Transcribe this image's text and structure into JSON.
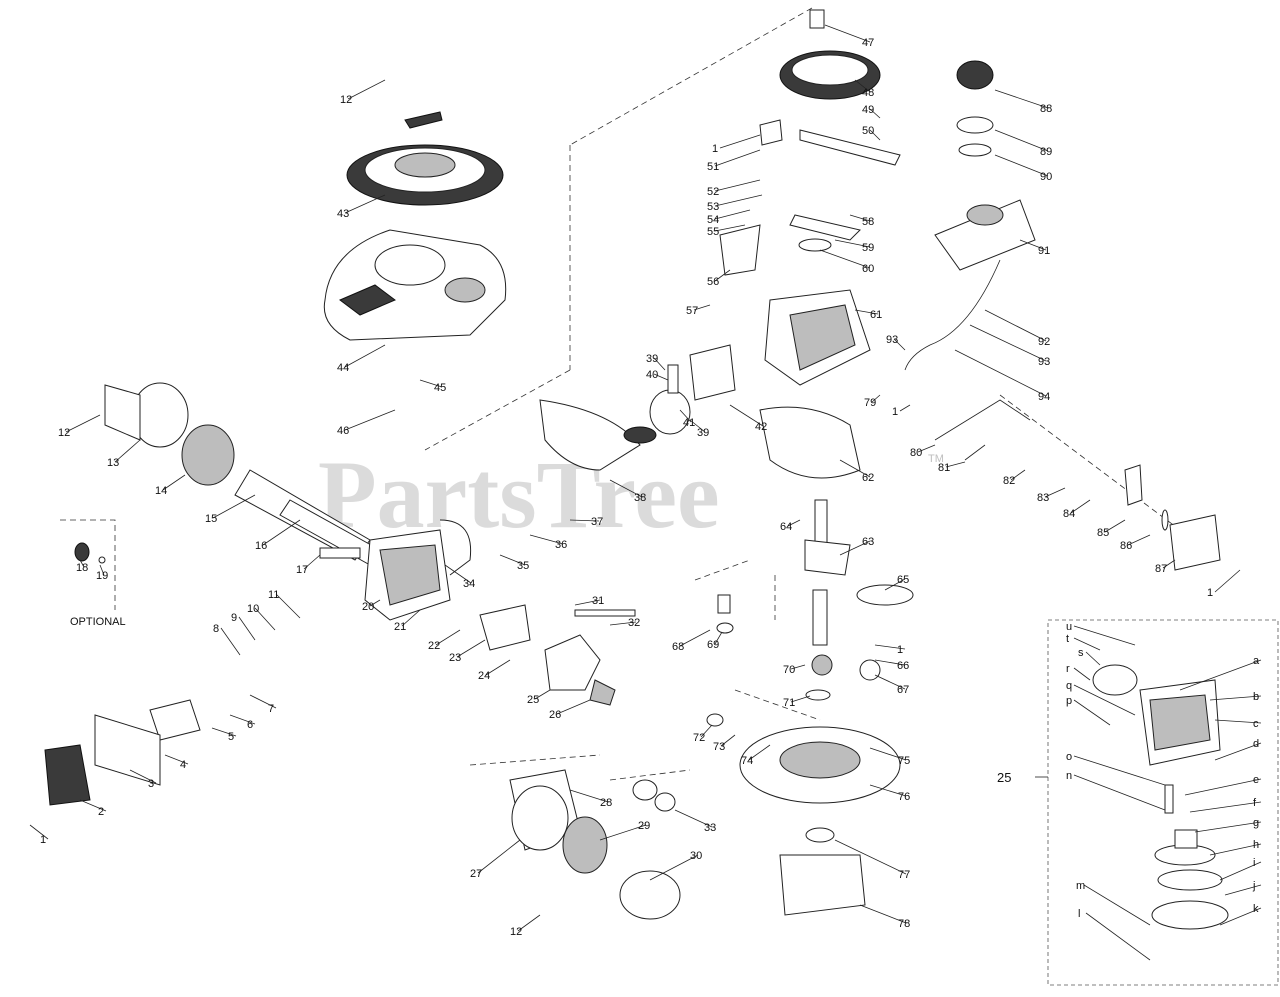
{
  "watermark": {
    "text": "PartsTree",
    "mark": "TM"
  },
  "optional_label": "OPTIONAL",
  "carb_assembly_label": "25",
  "callouts": [
    "1",
    "2",
    "3",
    "4",
    "5",
    "6",
    "7",
    "8",
    "9",
    "10",
    "11",
    "12",
    "13",
    "14",
    "15",
    "16",
    "17",
    "18",
    "19",
    "20",
    "21",
    "22",
    "23",
    "24",
    "25",
    "26",
    "27",
    "28",
    "29",
    "30",
    "31",
    "32",
    "33",
    "34",
    "35",
    "36",
    "37",
    "38",
    "39",
    "40",
    "41",
    "42",
    "43",
    "44",
    "45",
    "46",
    "47",
    "48",
    "49",
    "50",
    "51",
    "52",
    "53",
    "54",
    "55",
    "56",
    "57",
    "58",
    "59",
    "60",
    "61",
    "62",
    "63",
    "64",
    "65",
    "66",
    "67",
    "68",
    "69",
    "70",
    "71",
    "72",
    "73",
    "74",
    "75",
    "76",
    "77",
    "78",
    "79",
    "80",
    "81",
    "82",
    "83",
    "84",
    "85",
    "86",
    "87",
    "88",
    "89",
    "90",
    "91",
    "92",
    "93",
    "94",
    "a",
    "b",
    "c",
    "d",
    "e",
    "f",
    "g",
    "h",
    "i",
    "j",
    "k",
    "l",
    "m",
    "n",
    "o",
    "p",
    "q",
    "r",
    "s",
    "t",
    "u"
  ]
}
